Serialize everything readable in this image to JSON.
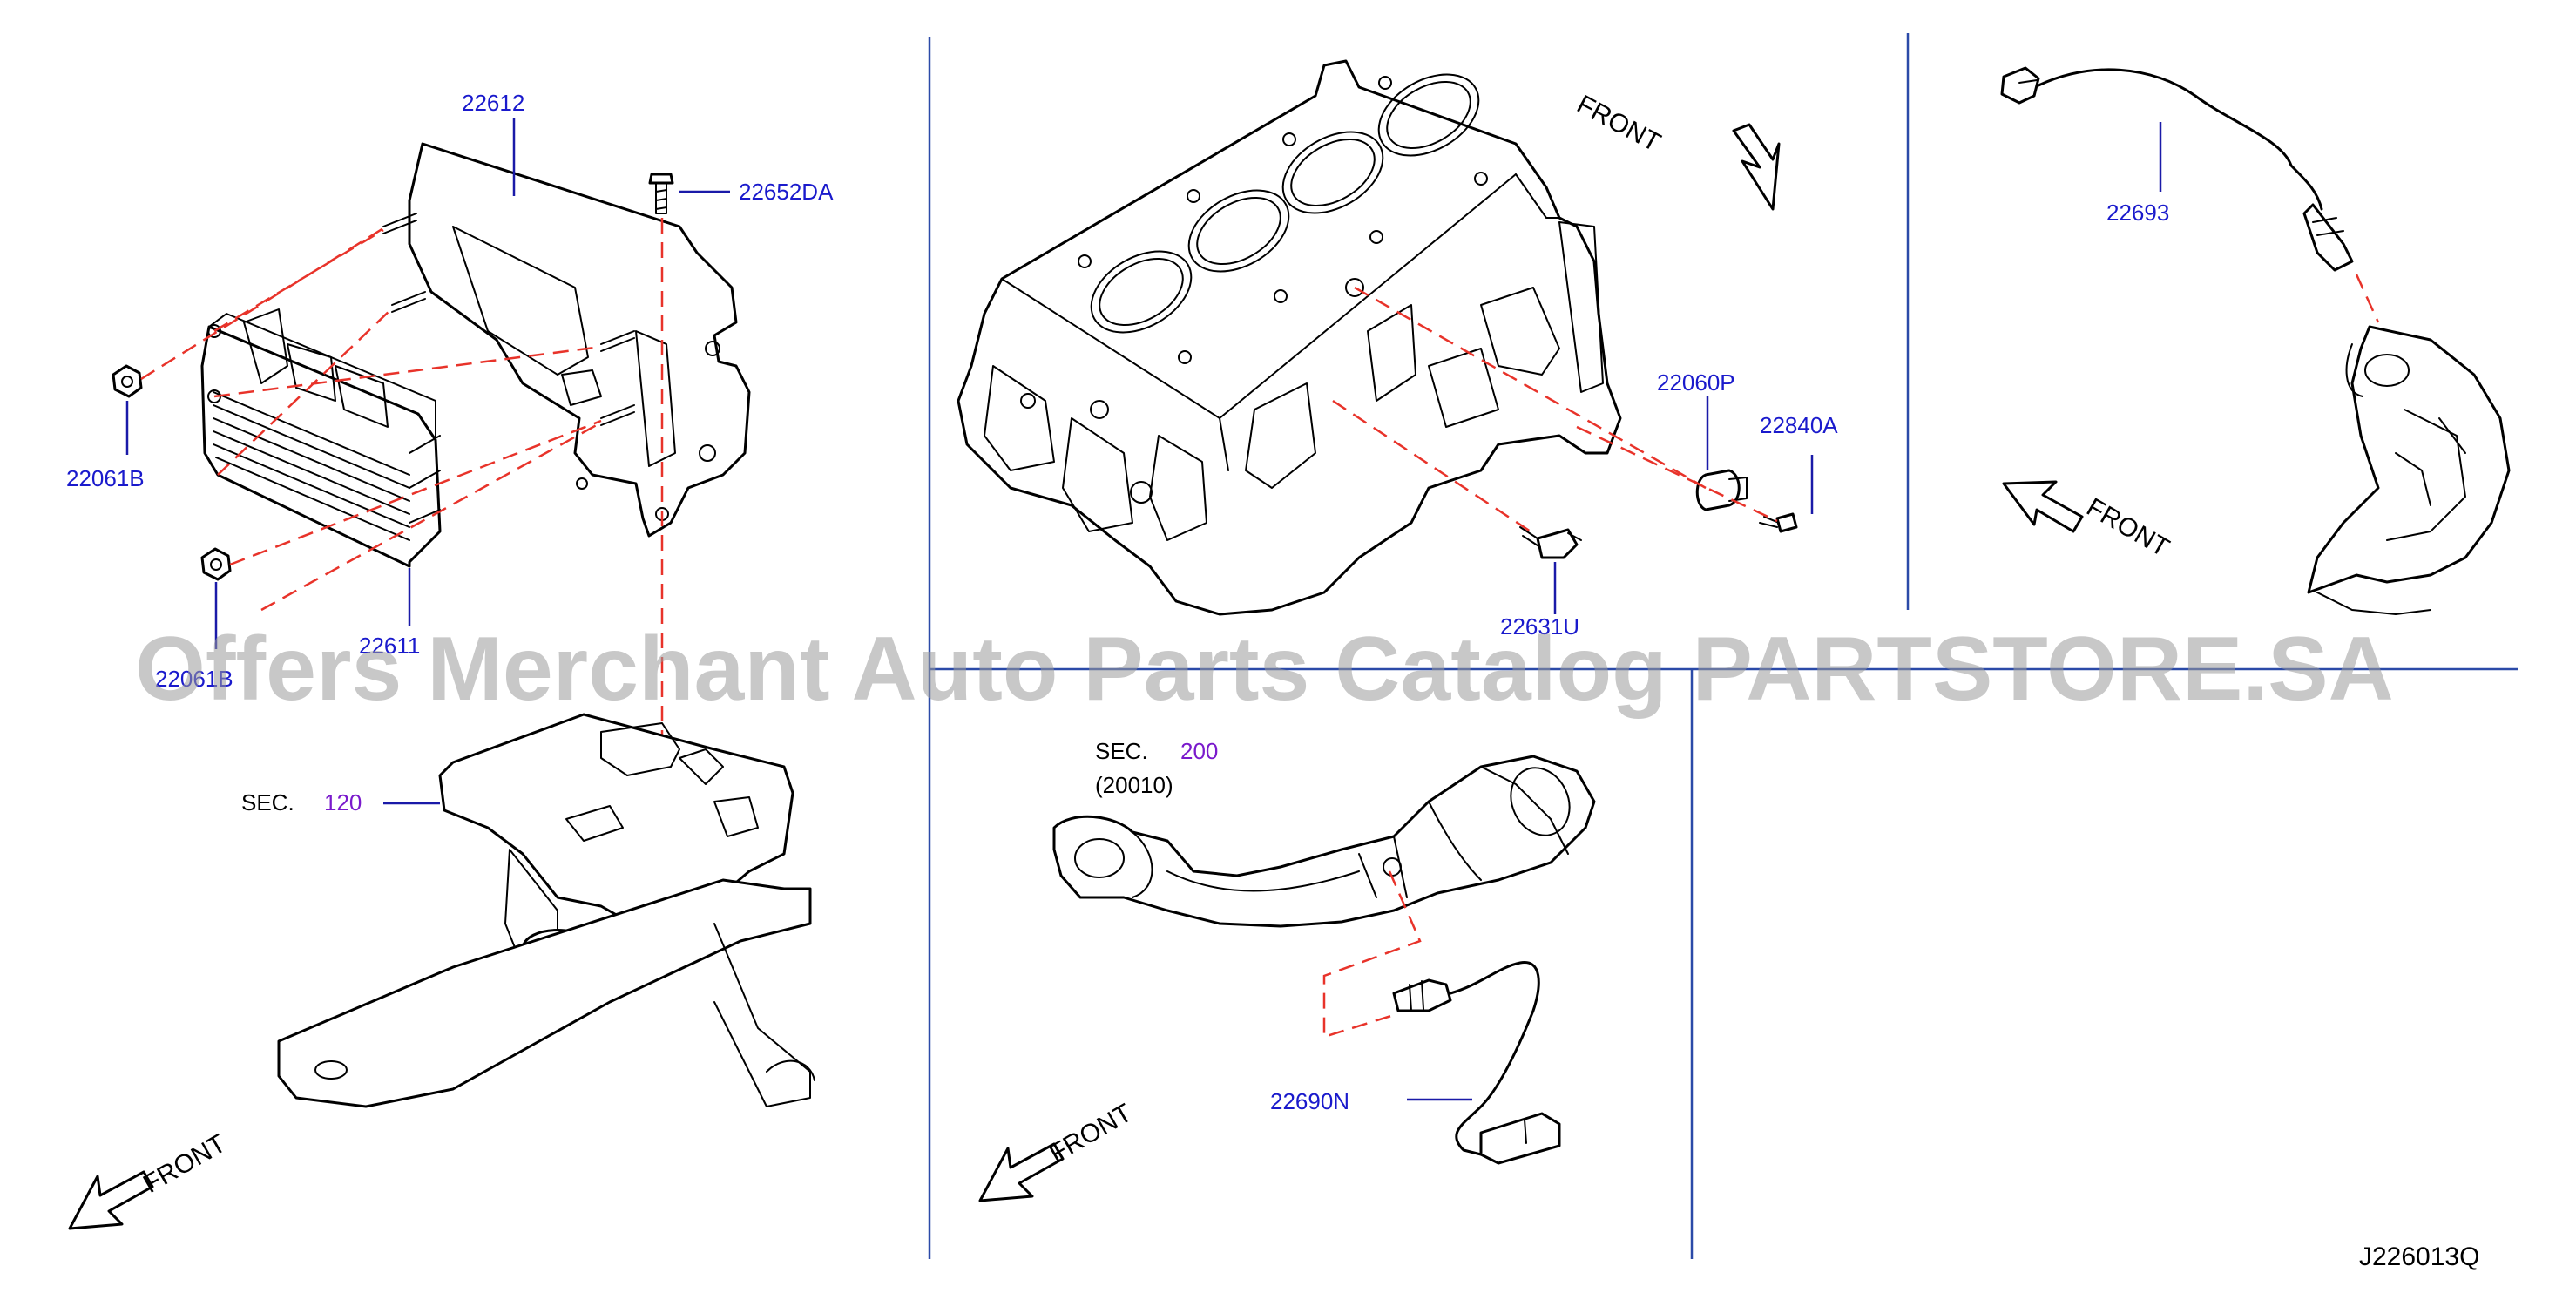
{
  "parts": {
    "p22612": "22612",
    "p22652DA": "22652DA",
    "p22061B_top": "22061B",
    "p22611": "22611",
    "p22061B_bottom": "22061B",
    "p22060P": "22060P",
    "p22840A": "22840A",
    "p22631U": "22631U",
    "p22693": "22693",
    "p22690N": "22690N"
  },
  "sections": {
    "sec_label": "SEC.",
    "sec120": "120",
    "sec200": "200",
    "sec200_sub": "(20010)"
  },
  "front_labels": {
    "engine": "FRONT",
    "sensor": "FRONT",
    "bracket": "FRONT",
    "catalyst": "FRONT"
  },
  "watermark": "Offers Merchant Auto Parts Catalog PARTSTORE.SA",
  "diagram_code": "J226013Q",
  "colors": {
    "part_number": "#1a1acc",
    "section_number": "#7a1acc",
    "dashed_leader": "#e8332a",
    "panel_divider": "#2b4aa8"
  }
}
